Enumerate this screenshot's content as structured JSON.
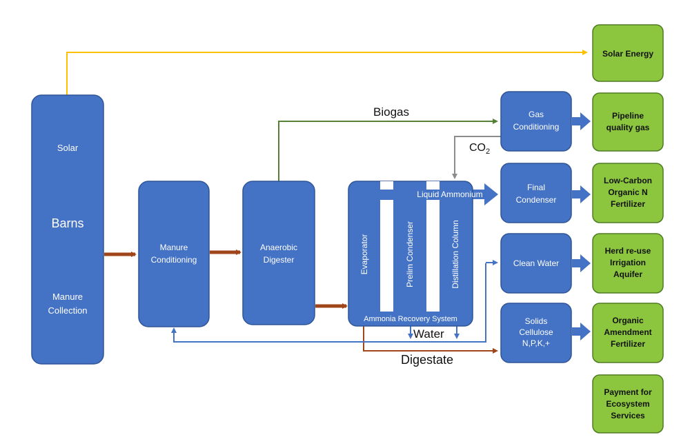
{
  "colors": {
    "process_fill": "#4472C4",
    "process_stroke": "#2F5597",
    "output_fill": "#8CC63F",
    "output_stroke": "#4E7A24",
    "solar_line": "#FFC000",
    "biogas_line": "#548235",
    "co2_line": "#8C8C8C",
    "digestate_line": "#A0441A",
    "water_line": "#4472C4"
  },
  "nodes": {
    "barns": {
      "top": "Solar",
      "middle": "Barns",
      "bottom_1": "Manure",
      "bottom_2": "Collection"
    },
    "manure_conditioning": {
      "line1": "Manure",
      "line2": "Conditioning"
    },
    "anaerobic_digester": {
      "line1": "Anaerobic",
      "line2": "Digester"
    },
    "ammonia_recovery": {
      "evaporator": "Evaporator",
      "prelim_condenser": "Prelim Condenser",
      "distillation_column": "Distillation Column",
      "system_label": "Ammonia Recovery System"
    },
    "gas_conditioning": {
      "line1": "Gas",
      "line2": "Conditioning"
    },
    "final_condenser": {
      "line1": "Final",
      "line2": "Condenser"
    },
    "clean_water": {
      "line1": "Clean Water"
    },
    "solids": {
      "line1": "Solids",
      "line2": "Cellulose",
      "line3": "N,P,K,+"
    }
  },
  "outputs": {
    "solar_energy": {
      "lines": [
        "Solar Energy"
      ]
    },
    "pipeline_gas": {
      "lines": [
        "Pipeline",
        "quality gas"
      ]
    },
    "organic_n": {
      "lines": [
        "Low-Carbon",
        "Organic N",
        "Fertilizer"
      ]
    },
    "herd_reuse": {
      "lines": [
        "Herd re-use",
        "Irrigation",
        "Aquifer"
      ]
    },
    "organic_amendment": {
      "lines": [
        "Organic",
        "Amendment",
        "Fertilizer"
      ]
    },
    "ecosystem": {
      "lines": [
        "Payment for",
        "Ecosystem",
        "Services"
      ]
    }
  },
  "flows": {
    "biogas": "Biogas",
    "co2": "CO",
    "co2_sub": "2",
    "liquid_ammonium": "Liquid Ammonium",
    "water": "Water",
    "digestate": "Digestate"
  }
}
